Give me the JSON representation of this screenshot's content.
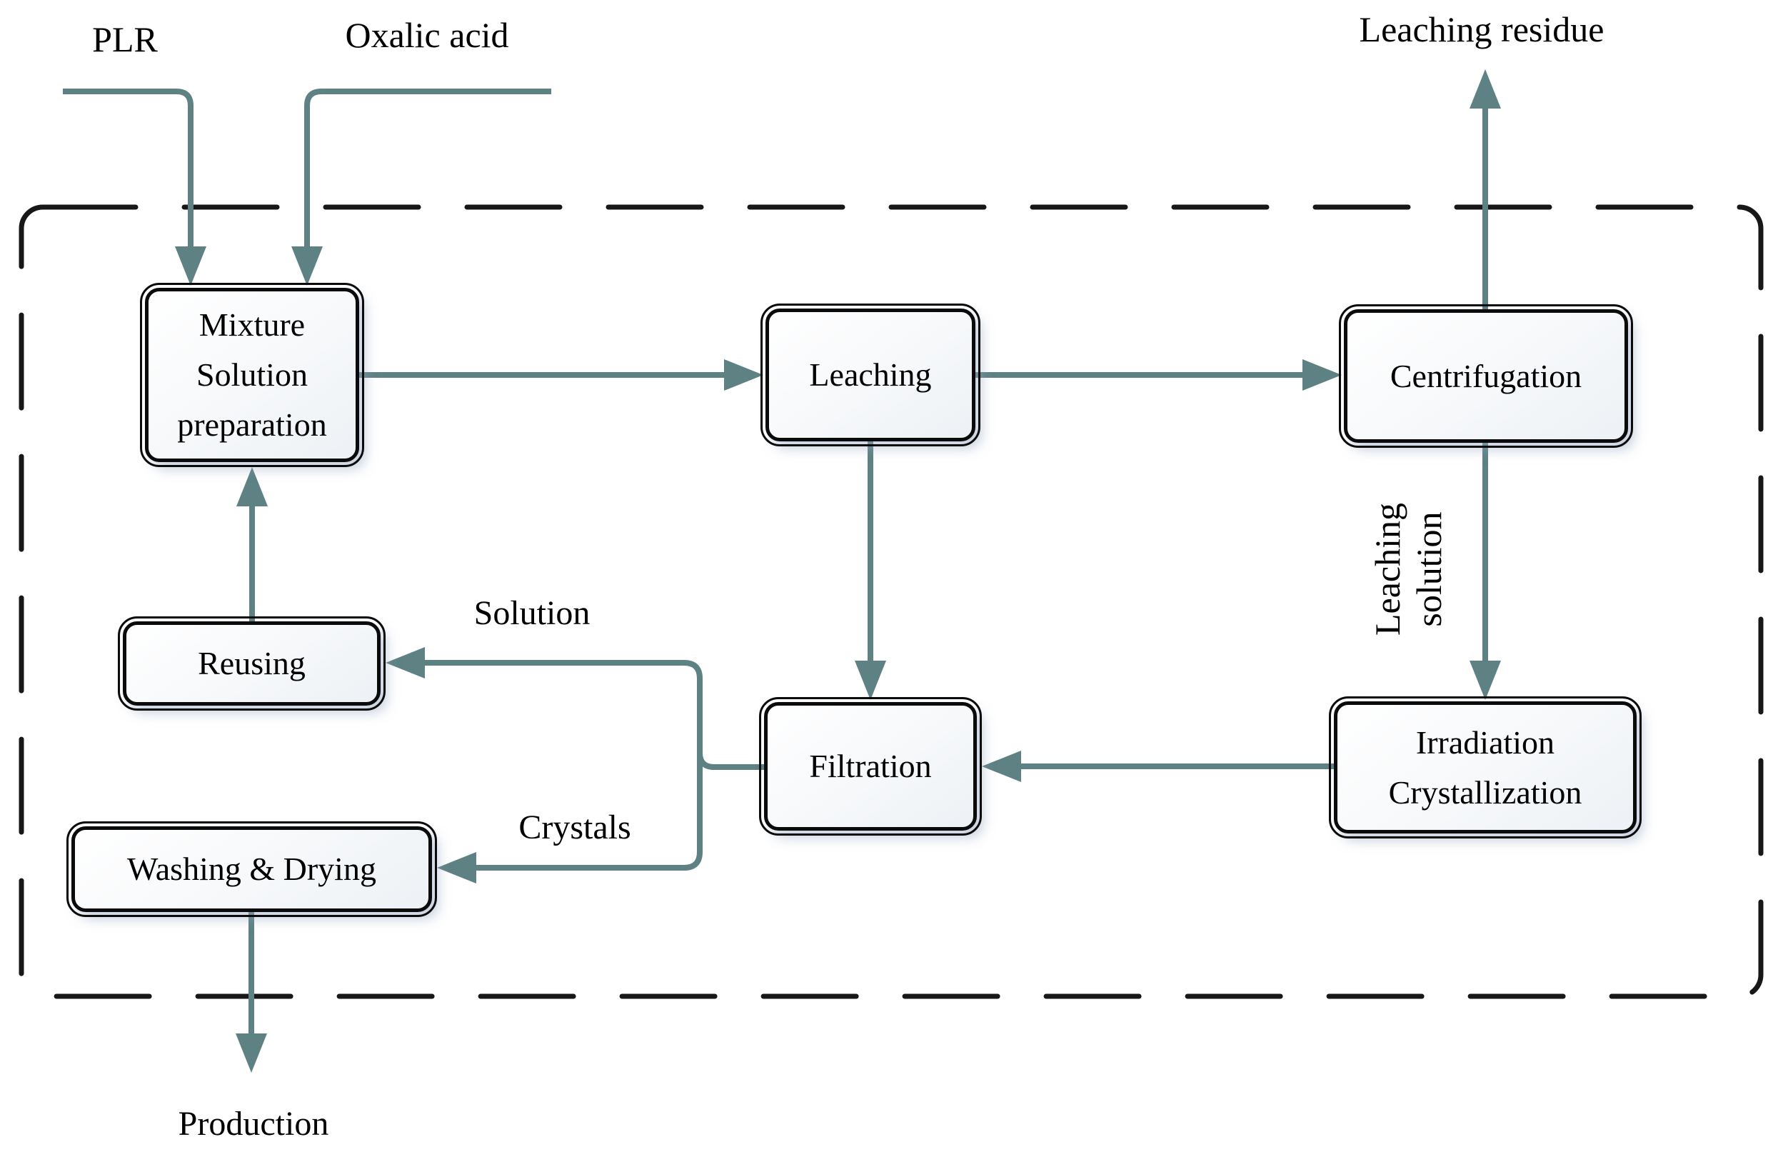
{
  "figure": {
    "type": "process-flow-diagram",
    "colors": {
      "arrow": "#5e8183",
      "box_border": "#0b0b0b",
      "dash_border": "#171717",
      "text": "#000000",
      "shadow": "rgba(148,163,192,0.5)"
    },
    "nodes": {
      "mixture": {
        "lines": [
          "Mixture",
          "Solution",
          "preparation"
        ]
      },
      "leaching": {
        "label": "Leaching"
      },
      "centrifugation": {
        "label": "Centrifugation"
      },
      "irradiation": {
        "lines": [
          "Irradiation",
          "Crystallization"
        ]
      },
      "filtration": {
        "label": "Filtration"
      },
      "reusing": {
        "label": "Reusing"
      },
      "washing": {
        "label": "Washing & Drying"
      }
    },
    "labels": {
      "plr": "PLR",
      "oxalic_acid": "Oxalic acid",
      "leaching_residue": "Leaching residue",
      "leaching_solution": {
        "lines": [
          "Leaching",
          "solution"
        ]
      },
      "solution": "Solution",
      "crystals": "Crystals",
      "production": "Production"
    },
    "edges": [
      {
        "from": "PLR",
        "to": "Mixture Solution preparation"
      },
      {
        "from": "Oxalic acid",
        "to": "Mixture Solution preparation"
      },
      {
        "from": "Mixture Solution preparation",
        "to": "Leaching"
      },
      {
        "from": "Leaching",
        "to": "Centrifugation"
      },
      {
        "from": "Centrifugation",
        "to": "Leaching residue"
      },
      {
        "from": "Centrifugation",
        "to": "Irradiation Crystallization",
        "label": "Leaching solution"
      },
      {
        "from": "Leaching",
        "to": "Filtration"
      },
      {
        "from": "Irradiation Crystallization",
        "to": "Filtration"
      },
      {
        "from": "Filtration",
        "to": "Reusing",
        "label": "Solution"
      },
      {
        "from": "Filtration",
        "to": "Washing & Drying",
        "label": "Crystals"
      },
      {
        "from": "Reusing",
        "to": "Mixture Solution preparation"
      },
      {
        "from": "Washing & Drying",
        "to": "Production"
      }
    ]
  }
}
